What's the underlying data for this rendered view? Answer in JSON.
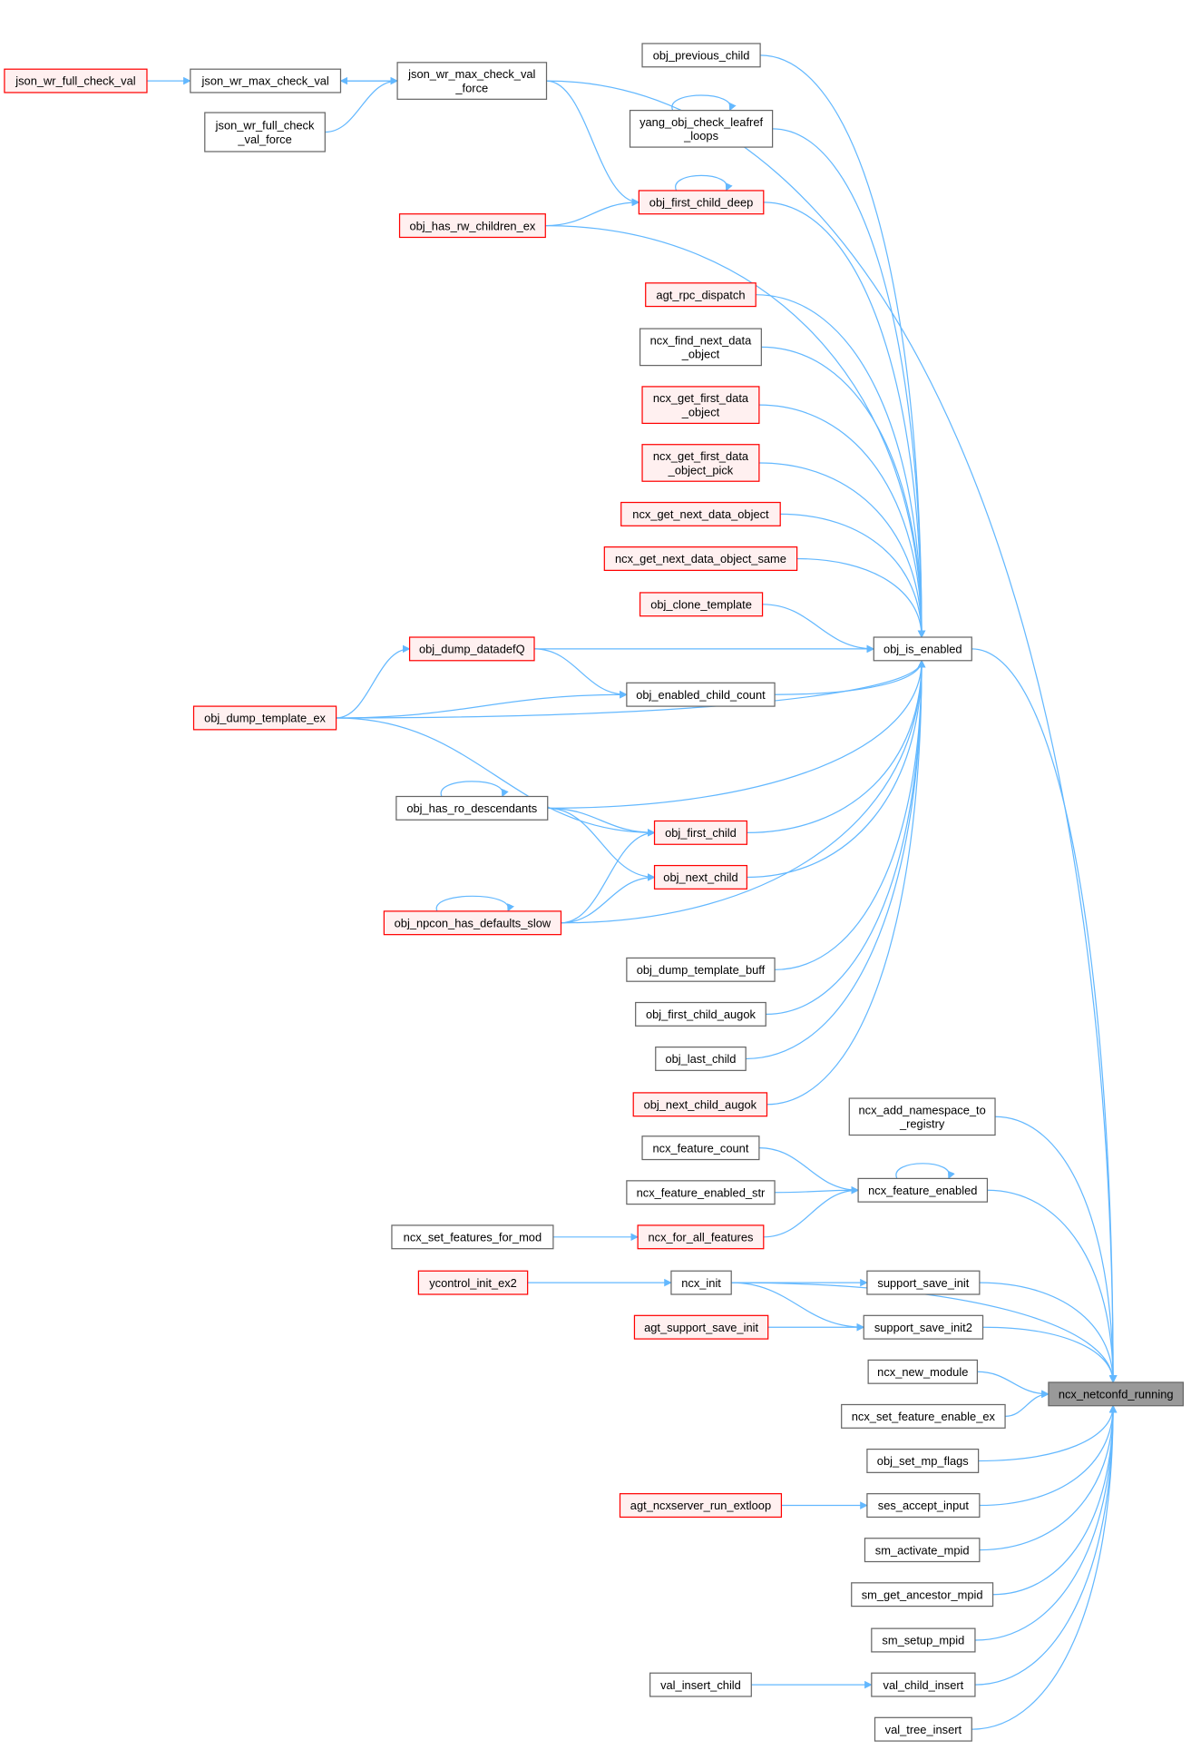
{
  "title": "ncx_netconfd_running caller graph",
  "colors": {
    "edge": "#63b8ff",
    "normal_border": "#666666",
    "normal_fill": "#ffffff",
    "red_border": "#ff0000",
    "red_fill": "#fff0f0",
    "focus_fill": "#999999",
    "focus_border": "#666666"
  },
  "nodes": [
    {
      "id": "n1",
      "label": [
        "json_wr_full_check_val"
      ],
      "style": "red"
    },
    {
      "id": "n2",
      "label": [
        "json_wr_max_check_val"
      ],
      "style": "normal"
    },
    {
      "id": "n3",
      "label": [
        "json_wr_max_check_val",
        "_force"
      ],
      "style": "normal"
    },
    {
      "id": "n4",
      "label": [
        "json_wr_full_check",
        "_val_force"
      ],
      "style": "normal"
    },
    {
      "id": "n5",
      "label": [
        "obj_previous_child"
      ],
      "style": "normal"
    },
    {
      "id": "n6",
      "label": [
        "yang_obj_check_leafref",
        "_loops"
      ],
      "style": "normal"
    },
    {
      "id": "n7",
      "label": [
        "obj_first_child_deep"
      ],
      "style": "red"
    },
    {
      "id": "n8",
      "label": [
        "obj_has_rw_children_ex"
      ],
      "style": "red"
    },
    {
      "id": "n9",
      "label": [
        "agt_rpc_dispatch"
      ],
      "style": "red"
    },
    {
      "id": "n10",
      "label": [
        "ncx_find_next_data",
        "_object"
      ],
      "style": "normal"
    },
    {
      "id": "n11",
      "label": [
        "ncx_get_first_data",
        "_object"
      ],
      "style": "red"
    },
    {
      "id": "n12",
      "label": [
        "ncx_get_first_data",
        "_object_pick"
      ],
      "style": "red"
    },
    {
      "id": "n13",
      "label": [
        "ncx_get_next_data_object"
      ],
      "style": "red"
    },
    {
      "id": "n14",
      "label": [
        "ncx_get_next_data_object_same"
      ],
      "style": "red"
    },
    {
      "id": "n15",
      "label": [
        "obj_clone_template"
      ],
      "style": "red"
    },
    {
      "id": "n16",
      "label": [
        "obj_dump_datadefQ"
      ],
      "style": "red"
    },
    {
      "id": "n17",
      "label": [
        "obj_is_enabled"
      ],
      "style": "normal"
    },
    {
      "id": "n18",
      "label": [
        "obj_enabled_child_count"
      ],
      "style": "normal"
    },
    {
      "id": "n19",
      "label": [
        "obj_dump_template_ex"
      ],
      "style": "red"
    },
    {
      "id": "n20",
      "label": [
        "obj_has_ro_descendants"
      ],
      "style": "normal"
    },
    {
      "id": "n21",
      "label": [
        "obj_first_child"
      ],
      "style": "red"
    },
    {
      "id": "n22",
      "label": [
        "obj_next_child"
      ],
      "style": "red"
    },
    {
      "id": "n23",
      "label": [
        "obj_npcon_has_defaults_slow"
      ],
      "style": "red"
    },
    {
      "id": "n24",
      "label": [
        "obj_dump_template_buff"
      ],
      "style": "normal"
    },
    {
      "id": "n25",
      "label": [
        "obj_first_child_augok"
      ],
      "style": "normal"
    },
    {
      "id": "n26",
      "label": [
        "obj_last_child"
      ],
      "style": "normal"
    },
    {
      "id": "n27",
      "label": [
        "obj_next_child_augok"
      ],
      "style": "red"
    },
    {
      "id": "n28",
      "label": [
        "ncx_add_namespace_to",
        "_registry"
      ],
      "style": "normal"
    },
    {
      "id": "n29",
      "label": [
        "ncx_feature_count"
      ],
      "style": "normal"
    },
    {
      "id": "n30",
      "label": [
        "ncx_feature_enabled"
      ],
      "style": "normal"
    },
    {
      "id": "n31",
      "label": [
        "ncx_feature_enabled_str"
      ],
      "style": "normal"
    },
    {
      "id": "n32",
      "label": [
        "ncx_set_features_for_mod"
      ],
      "style": "normal"
    },
    {
      "id": "n33",
      "label": [
        "ncx_for_all_features"
      ],
      "style": "red"
    },
    {
      "id": "n34",
      "label": [
        "ycontrol_init_ex2"
      ],
      "style": "red"
    },
    {
      "id": "n35",
      "label": [
        "ncx_init"
      ],
      "style": "normal"
    },
    {
      "id": "n36",
      "label": [
        "support_save_init"
      ],
      "style": "normal"
    },
    {
      "id": "n37",
      "label": [
        "agt_support_save_init"
      ],
      "style": "red"
    },
    {
      "id": "n38",
      "label": [
        "support_save_init2"
      ],
      "style": "normal"
    },
    {
      "id": "n39",
      "label": [
        "ncx_new_module"
      ],
      "style": "normal"
    },
    {
      "id": "n40",
      "label": [
        "ncx_netconfd_running"
      ],
      "style": "focus"
    },
    {
      "id": "n41",
      "label": [
        "ncx_set_feature_enable_ex"
      ],
      "style": "normal"
    },
    {
      "id": "n42",
      "label": [
        "obj_set_mp_flags"
      ],
      "style": "normal"
    },
    {
      "id": "n43",
      "label": [
        "agt_ncxserver_run_extloop"
      ],
      "style": "red"
    },
    {
      "id": "n44",
      "label": [
        "ses_accept_input"
      ],
      "style": "normal"
    },
    {
      "id": "n45",
      "label": [
        "sm_activate_mpid"
      ],
      "style": "normal"
    },
    {
      "id": "n46",
      "label": [
        "sm_get_ancestor_mpid"
      ],
      "style": "normal"
    },
    {
      "id": "n47",
      "label": [
        "sm_setup_mpid"
      ],
      "style": "normal"
    },
    {
      "id": "n48",
      "label": [
        "val_insert_child"
      ],
      "style": "normal"
    },
    {
      "id": "n49",
      "label": [
        "val_child_insert"
      ],
      "style": "normal"
    },
    {
      "id": "n50",
      "label": [
        "val_tree_insert"
      ],
      "style": "normal"
    }
  ],
  "edges": [
    [
      "n1",
      "n2"
    ],
    [
      "n2",
      "n3"
    ],
    [
      "n3",
      "n2"
    ],
    [
      "n4",
      "n3"
    ],
    [
      "n3",
      "n7"
    ],
    [
      "n7",
      "n7"
    ],
    [
      "n8",
      "n7"
    ],
    [
      "n3",
      "n40"
    ],
    [
      "n5",
      "n17"
    ],
    [
      "n6",
      "n6"
    ],
    [
      "n6",
      "n17"
    ],
    [
      "n7",
      "n17"
    ],
    [
      "n8",
      "n17"
    ],
    [
      "n9",
      "n17"
    ],
    [
      "n10",
      "n17"
    ],
    [
      "n11",
      "n17"
    ],
    [
      "n12",
      "n17"
    ],
    [
      "n13",
      "n17"
    ],
    [
      "n14",
      "n17"
    ],
    [
      "n15",
      "n17"
    ],
    [
      "n16",
      "n17"
    ],
    [
      "n18",
      "n17"
    ],
    [
      "n16",
      "n18"
    ],
    [
      "n19",
      "n16"
    ],
    [
      "n19",
      "n18"
    ],
    [
      "n19",
      "n17"
    ],
    [
      "n19",
      "n21"
    ],
    [
      "n20",
      "n20"
    ],
    [
      "n20",
      "n17"
    ],
    [
      "n20",
      "n21"
    ],
    [
      "n20",
      "n22"
    ],
    [
      "n21",
      "n17"
    ],
    [
      "n22",
      "n17"
    ],
    [
      "n23",
      "n23"
    ],
    [
      "n23",
      "n21"
    ],
    [
      "n23",
      "n22"
    ],
    [
      "n23",
      "n17"
    ],
    [
      "n24",
      "n17"
    ],
    [
      "n25",
      "n17"
    ],
    [
      "n26",
      "n17"
    ],
    [
      "n27",
      "n17"
    ],
    [
      "n17",
      "n40"
    ],
    [
      "n28",
      "n40"
    ],
    [
      "n29",
      "n30"
    ],
    [
      "n31",
      "n30"
    ],
    [
      "n33",
      "n30"
    ],
    [
      "n30",
      "n30"
    ],
    [
      "n30",
      "n40"
    ],
    [
      "n32",
      "n33"
    ],
    [
      "n34",
      "n35"
    ],
    [
      "n35",
      "n36"
    ],
    [
      "n35",
      "n38"
    ],
    [
      "n37",
      "n38"
    ],
    [
      "n35",
      "n40"
    ],
    [
      "n36",
      "n40"
    ],
    [
      "n38",
      "n40"
    ],
    [
      "n39",
      "n40"
    ],
    [
      "n41",
      "n40"
    ],
    [
      "n42",
      "n40"
    ],
    [
      "n43",
      "n44"
    ],
    [
      "n44",
      "n40"
    ],
    [
      "n45",
      "n40"
    ],
    [
      "n46",
      "n40"
    ],
    [
      "n47",
      "n40"
    ],
    [
      "n48",
      "n49"
    ],
    [
      "n49",
      "n40"
    ],
    [
      "n50",
      "n40"
    ]
  ]
}
